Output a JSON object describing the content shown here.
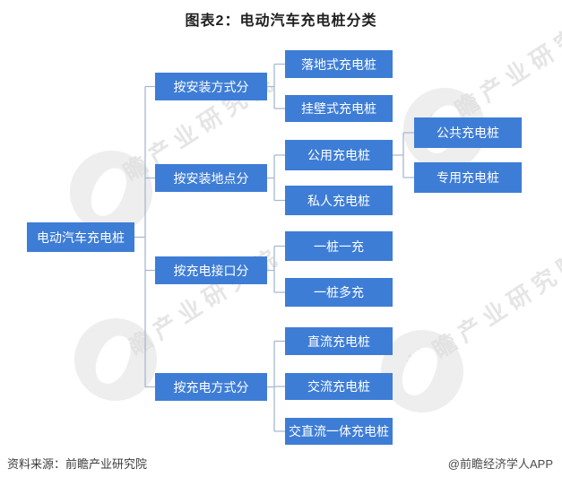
{
  "header": {
    "title": "图表2：电动汽车充电桩分类"
  },
  "colors": {
    "node_blue": "#3E7DD6",
    "connector": "#A6B8D0"
  },
  "nodes": {
    "root": "电动汽车充电桩",
    "cat_install_method": "按安装方式分",
    "cat_install_place": "按安装地点分",
    "cat_interface": "按充电接口分",
    "cat_charge_mode": "按充电方式分",
    "leaf_floor": "落地式充电桩",
    "leaf_wall": "挂壁式充电桩",
    "leaf_public_use": "公用充电桩",
    "leaf_private": "私人充电桩",
    "leaf_one_pile_one": "一桩一充",
    "leaf_one_pile_many": "一桩多充",
    "leaf_dc": "直流充电桩",
    "leaf_ac": "交流充电桩",
    "leaf_acdc": "交直流一体充电桩",
    "leaf_public_shared": "公共充电桩",
    "leaf_dedicated": "专用充电桩"
  },
  "watermark": {
    "text": "前瞻产业研究院"
  },
  "footer": {
    "source": "资料来源：前瞻产业研究院",
    "credit": "@前瞻经济学人APP"
  }
}
